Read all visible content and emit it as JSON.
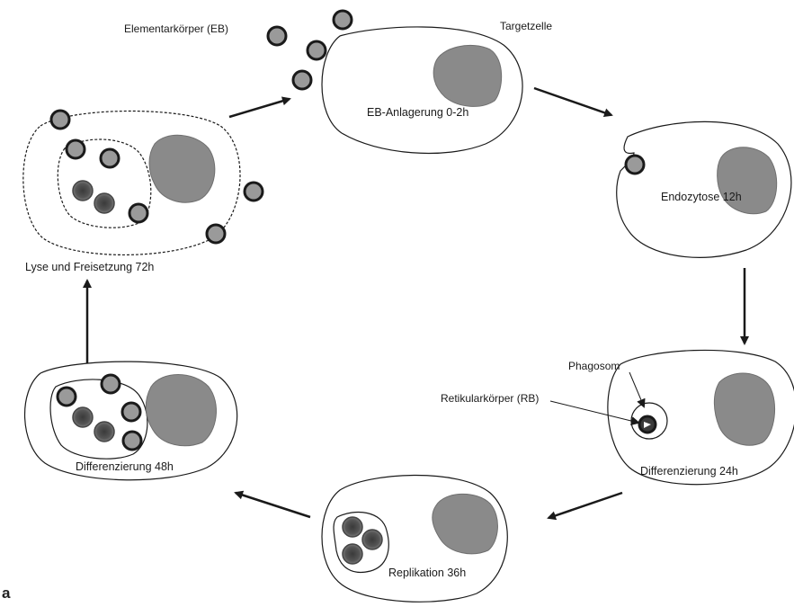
{
  "labels": {
    "eb": "Elementarkörper (EB)",
    "target": "Targetzelle",
    "rb": "Retikularkörper (RB)",
    "phagosom": "Phagosom"
  },
  "stages": {
    "s1": "EB-Anlagerung 0-2h",
    "s2": "Endozytose 12h",
    "s3": "Differenzierung 24h",
    "s4": "Replikation 36h",
    "s5": "Differenzierung 48h",
    "s6": "Lyse und Freisetzung 72h"
  },
  "figure_letter": "a",
  "colors": {
    "nucleus": "#8a8a8a",
    "eb_fill": "#9a9a9a",
    "rb_fill": "#5a5a5a",
    "stroke": "#1a1a1a"
  }
}
